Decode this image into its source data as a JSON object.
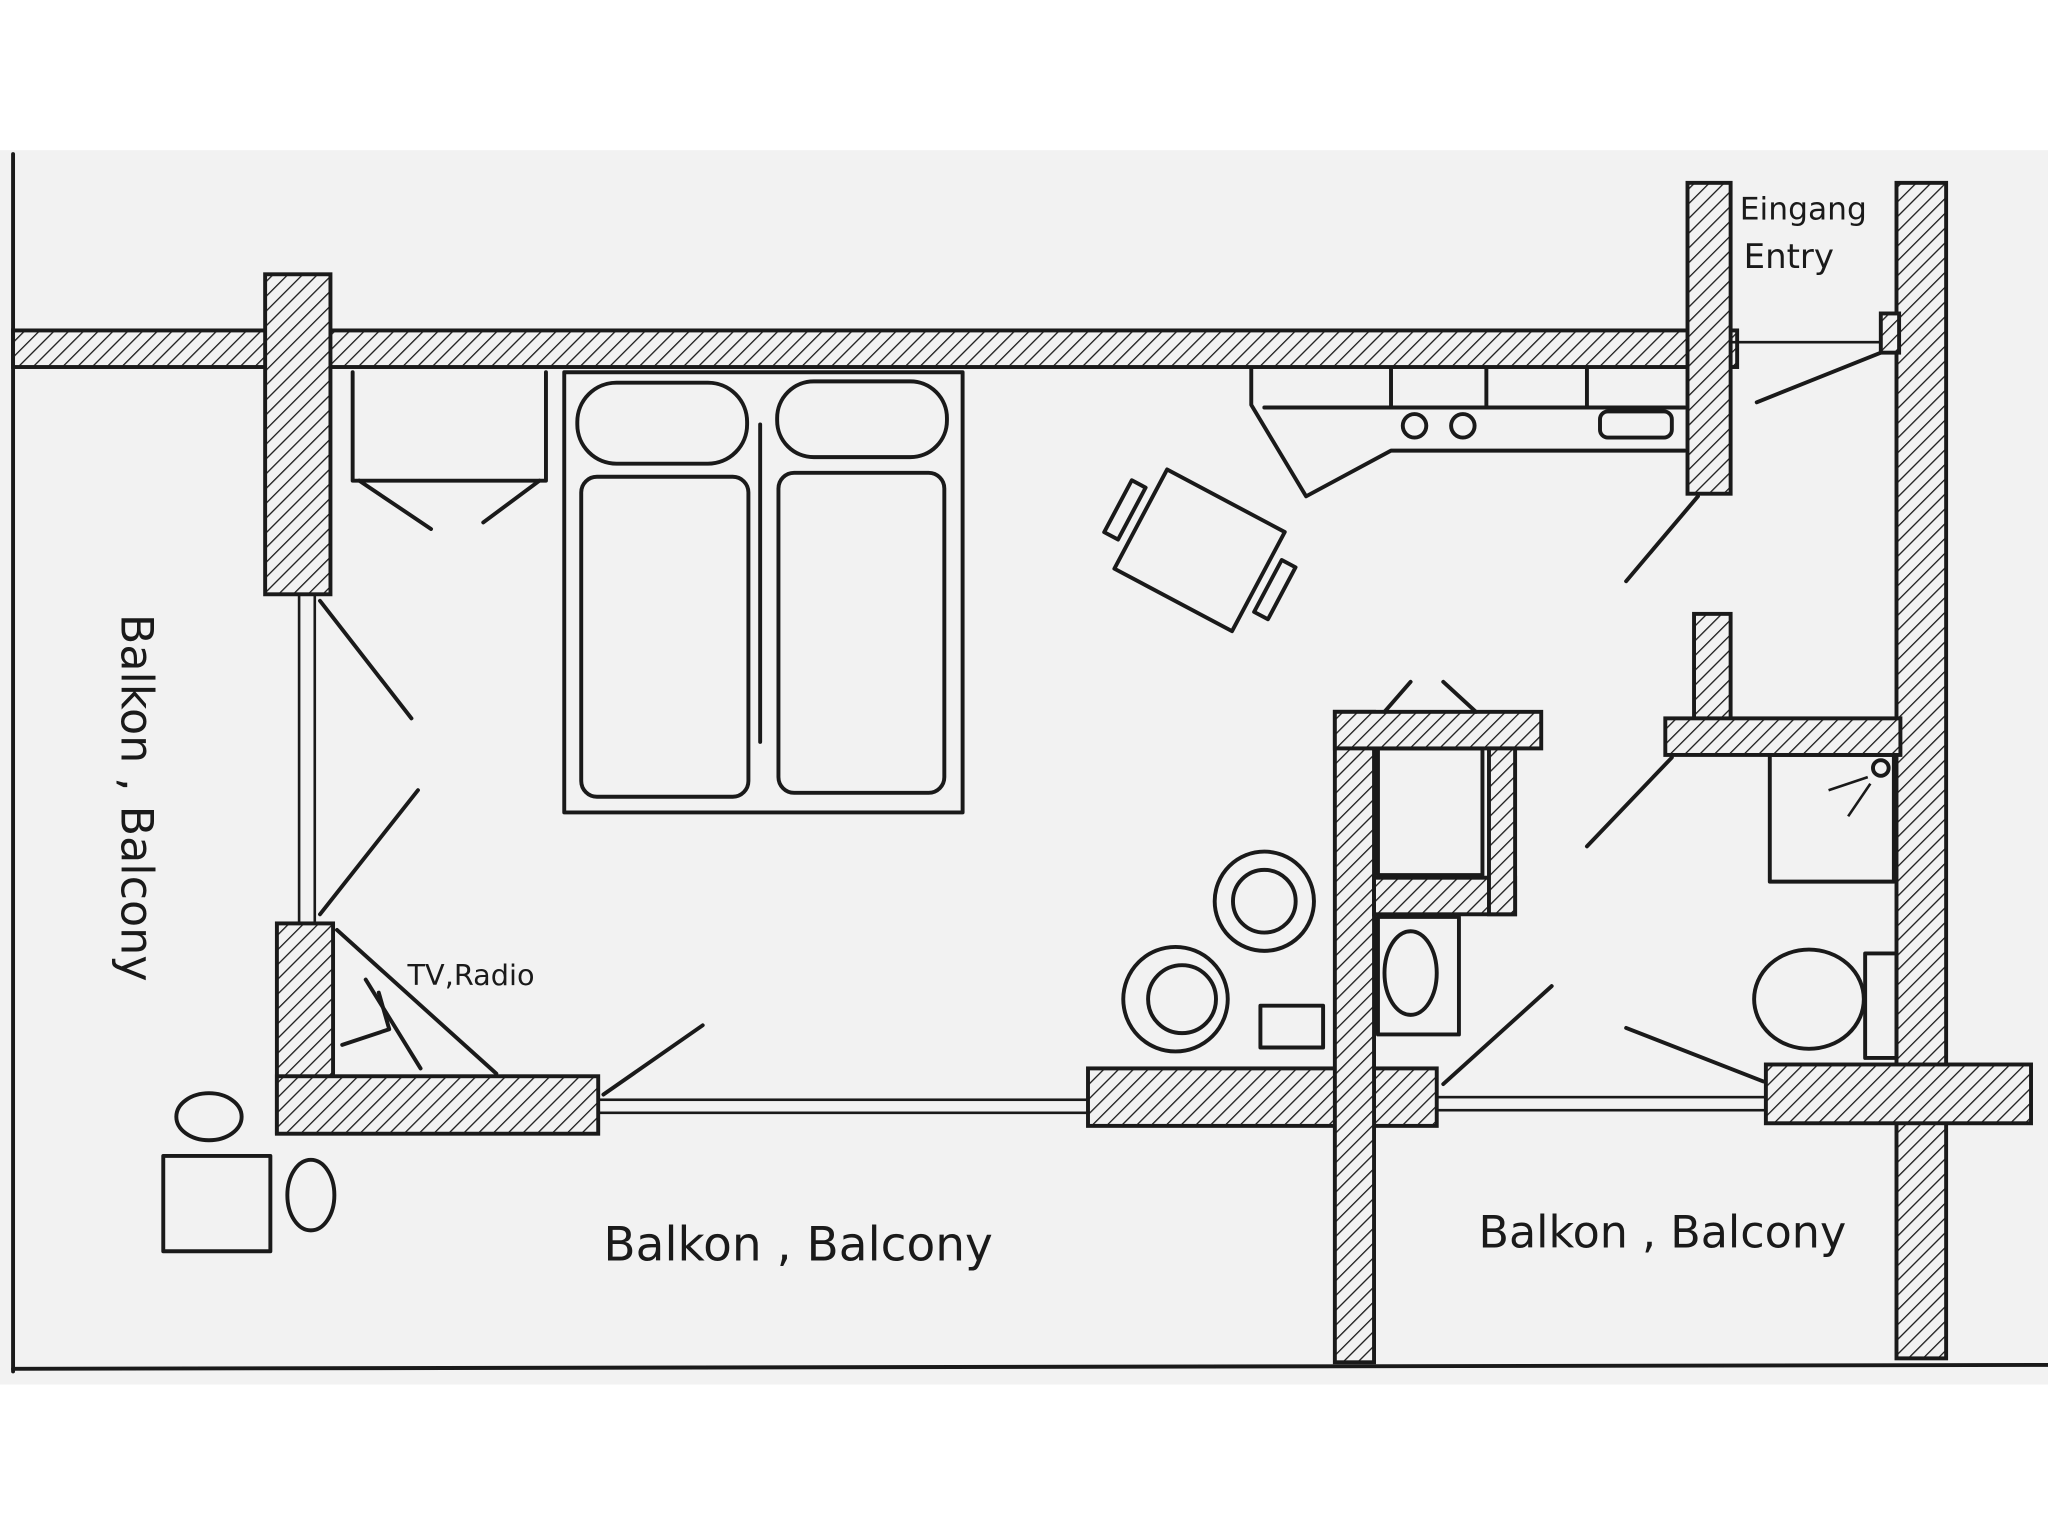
{
  "plan": {
    "paper_color": "#f2f2f2",
    "ink_color": "#1a1a1a",
    "labels": {
      "entry_de": "Eingang",
      "entry_en": "Entry",
      "balcony_left": "Balkon , Balcony",
      "balcony_bottom": "Balkon , Balcony",
      "balcony_right": "Balkon , Balcony",
      "tv": "TV,Radio"
    }
  }
}
